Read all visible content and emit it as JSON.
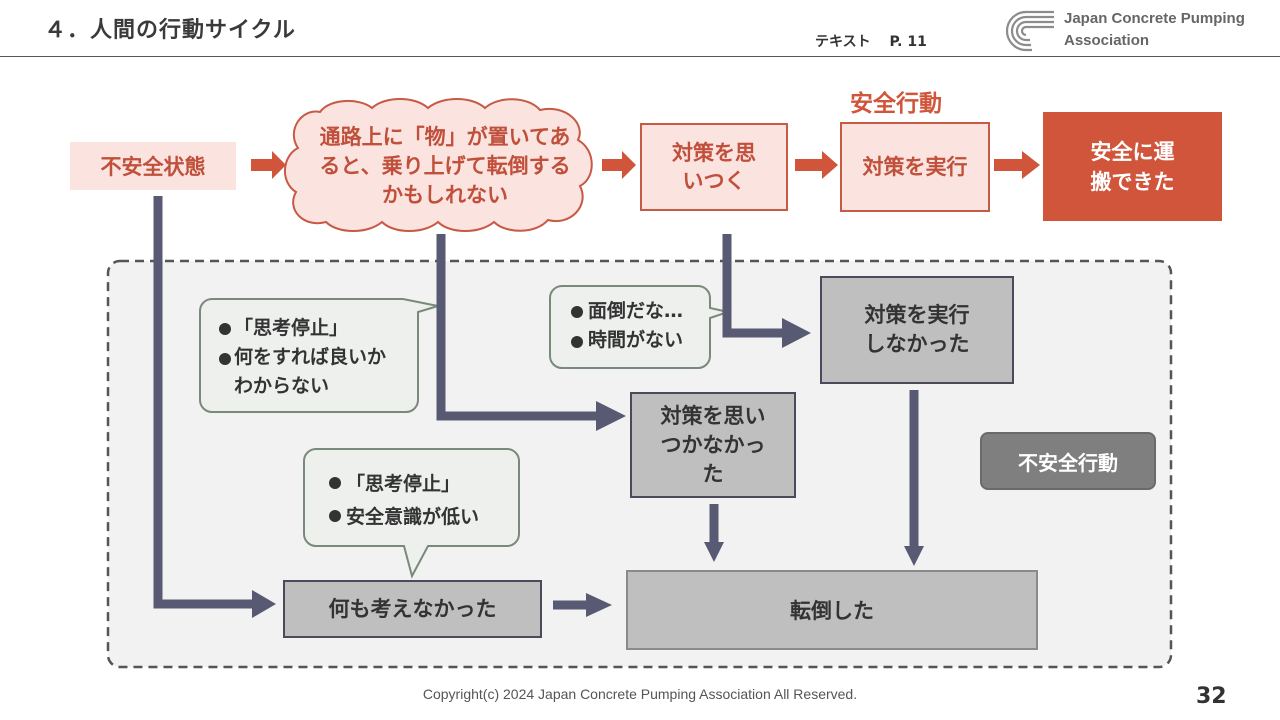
{
  "header": {
    "title": "４．人間の行動サイクル",
    "text_ref": "テキスト　 P. 11",
    "org_line1": "Japan  Concrete Pumping",
    "org_line2": "Association"
  },
  "top_flow": {
    "unsafe_state": "不安全状態",
    "cloud_text": "通路上に「物」が置いてあると、乗り上げて転倒するかもしれない",
    "think_measure": "対策を思いつく",
    "safe_action_label": "安全行動",
    "execute_measure": "対策を実行",
    "result": "安全に運搬できた"
  },
  "bottom": {
    "did_not_execute": "対策を実行しなかった",
    "could_not_think": "対策を思いつかなかった",
    "thought_nothing": "何も考えなかった",
    "fell": "転倒した",
    "unsafe_action_badge": "不安全行動"
  },
  "bubbles": {
    "left": [
      "「思考停止」",
      "何をすれば良いか",
      "わからない"
    ],
    "middle": [
      "面倒だな…",
      "時間がない"
    ],
    "lower": [
      "「思考停止」",
      "安全意識が低い"
    ]
  },
  "footer": {
    "copyright": "Copyright(c)  2024  Japan Concrete Pumping Association All Reserved.",
    "page": "32"
  },
  "colors": {
    "accent_red": "#d0553a",
    "pink_fill": "#fbe3df",
    "arrow_gray": "#575a72",
    "box_gray": "#bfbfbf"
  }
}
